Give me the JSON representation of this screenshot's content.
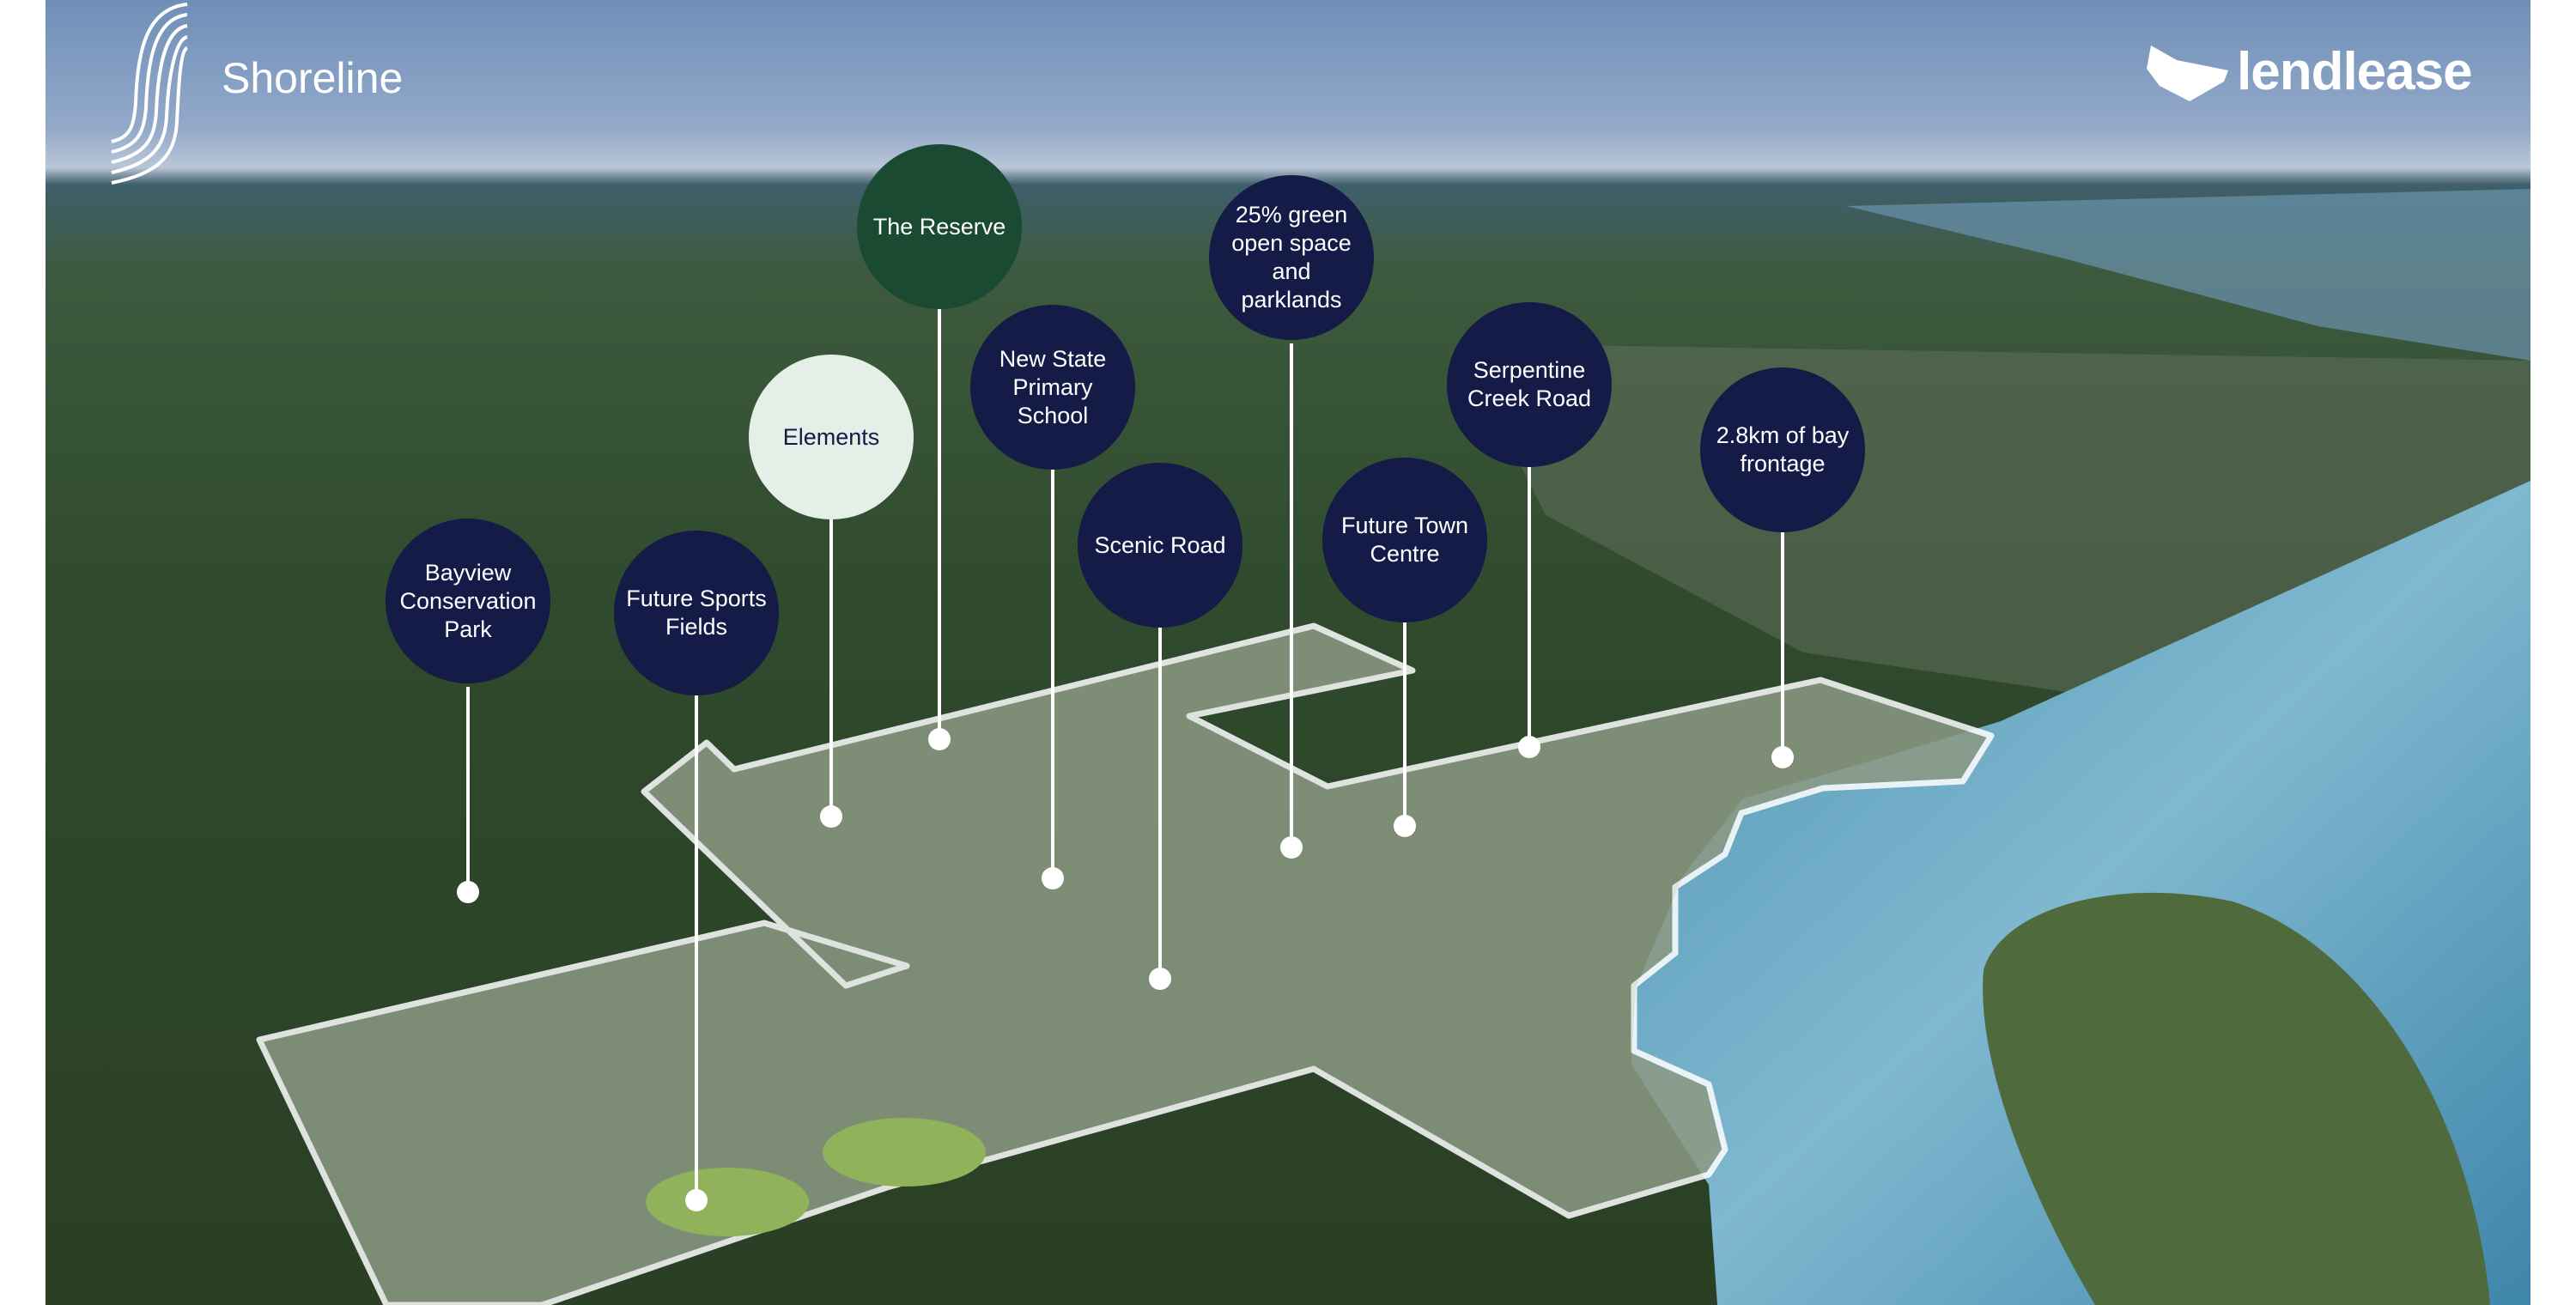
{
  "brand": {
    "project": "Shoreline",
    "developer": "lendlease"
  },
  "colors": {
    "pin_navy": "#141b47",
    "pin_green": "#1b4a33",
    "pin_light": "#e4efe8",
    "boundary": "#ffffff"
  },
  "pins": [
    {
      "label": "Bayview Conservation Park",
      "style": "navy"
    },
    {
      "label": "Future Sports Fields",
      "style": "navy"
    },
    {
      "label": "Elements",
      "style": "light"
    },
    {
      "label": "The Reserve",
      "style": "green"
    },
    {
      "label": "New State Primary School",
      "style": "navy"
    },
    {
      "label": "Scenic Road",
      "style": "navy"
    },
    {
      "label": "25% green open space and parklands",
      "style": "navy"
    },
    {
      "label": "Future Town Centre",
      "style": "navy"
    },
    {
      "label": "Serpentine Creek Road",
      "style": "navy"
    },
    {
      "label": "2.8km of bay frontage",
      "style": "navy"
    }
  ]
}
